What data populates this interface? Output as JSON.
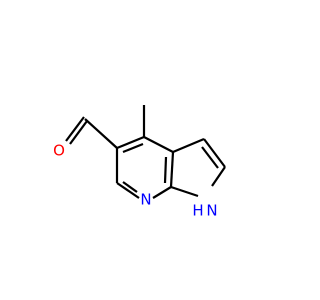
{
  "molecule": {
    "atom_labels": {
      "oxygen": "O",
      "pyridine_nitrogen": "N",
      "pyrrole_nh": "H",
      "pyrrole_n": "N"
    },
    "colors": {
      "bond": "#000000",
      "oxygen": "#ff0000",
      "nitrogen": "#0000ff",
      "background": "#ffffff"
    }
  }
}
